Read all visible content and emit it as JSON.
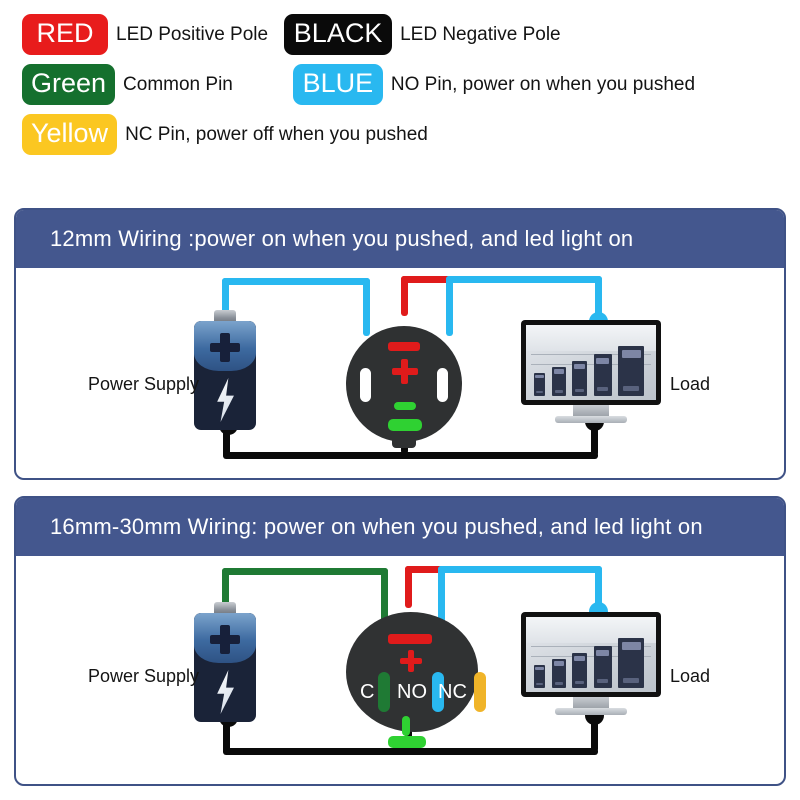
{
  "legend": {
    "rows": [
      {
        "items": [
          {
            "chip": "RED",
            "chip_color": "#e81c1c",
            "text": "LED Positive Pole"
          },
          {
            "chip": "BLACK",
            "chip_color": "#0a0a0a",
            "text": "LED Negative Pole"
          }
        ]
      },
      {
        "items": [
          {
            "chip": "Green",
            "chip_color": "#15702e",
            "text": "Common Pin"
          },
          {
            "chip": "BLUE",
            "chip_color": "#29b8f0",
            "text": "NO Pin, power on when you pushed"
          }
        ]
      },
      {
        "items": [
          {
            "chip": "Yellow",
            "chip_color": "#fbc721",
            "text": "NC Pin, power off when you pushed"
          }
        ]
      }
    ]
  },
  "panels": [
    {
      "id": "12mm",
      "header": "12mm Wiring :power on when you pushed, and led light on",
      "power_supply_label": "Power Supply",
      "load_label": "Load",
      "terminals": []
    },
    {
      "id": "16mm-30mm",
      "header": "16mm-30mm Wiring: power on when you pushed, and led light on",
      "power_supply_label": "Power Supply",
      "load_label": "Load",
      "terminals": [
        {
          "name": "C",
          "color": "#1f7a34"
        },
        {
          "name": "NO",
          "color": "#29b8f0"
        },
        {
          "name": "NC",
          "color": "#f0b429"
        }
      ]
    }
  ],
  "wire_colors": {
    "blue": "#29b8f0",
    "red": "#e01b1b",
    "green": "#1f7a34",
    "black": "#0a0a0a",
    "terminal_green": "#2fd132",
    "yellow": "#f0b429"
  },
  "panel_style": {
    "header_bg": "#44578e",
    "border": "#3f5286"
  }
}
